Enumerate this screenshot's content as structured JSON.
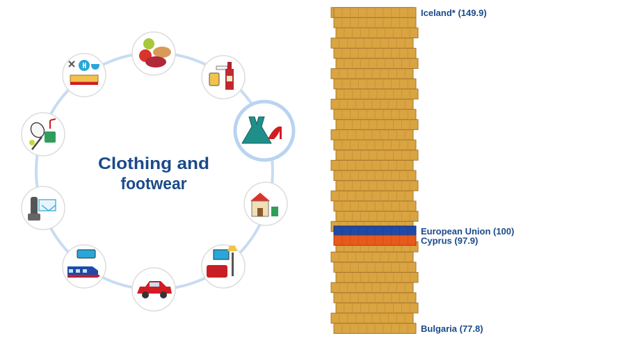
{
  "wheel": {
    "center_title": [
      "Clothing and",
      "footwear"
    ],
    "categories": [
      {
        "icon": "food-icon"
      },
      {
        "icon": "alcohol-tobacco-icon"
      },
      {
        "icon": "clothing-footwear-icon",
        "selected": true
      },
      {
        "icon": "housing-icon"
      },
      {
        "icon": "furnishings-icon"
      },
      {
        "icon": "car-icon"
      },
      {
        "icon": "transport-icon"
      },
      {
        "icon": "communication-icon"
      },
      {
        "icon": "recreation-icon"
      },
      {
        "icon": "hotel-restaurant-icon"
      }
    ],
    "colors": {
      "ring": "#c7dbf3",
      "selected_ring": "#b9d3f1",
      "title": "#1a4a8a"
    }
  },
  "chart_data": {
    "type": "bar",
    "orientation": "vertical-coin-stack",
    "ylim": [
      77.8,
      149.9
    ],
    "labels": [
      {
        "text": "Iceland* (149.9)",
        "value": 149.9,
        "highlight": "top"
      },
      {
        "text": "European Union (100)",
        "value": 100,
        "highlight": "eu"
      },
      {
        "text": "Cyprus (97.9)",
        "value": 97.9,
        "highlight": "country"
      },
      {
        "text": "Bulgaria (77.8)",
        "value": 77.8,
        "highlight": "bottom"
      }
    ],
    "colors": {
      "coin": "#d9a441",
      "coin_dark": "#a8782a",
      "eu": "#1f4aa8",
      "country": "#e85a1b",
      "label": "#1a4a8a"
    }
  }
}
